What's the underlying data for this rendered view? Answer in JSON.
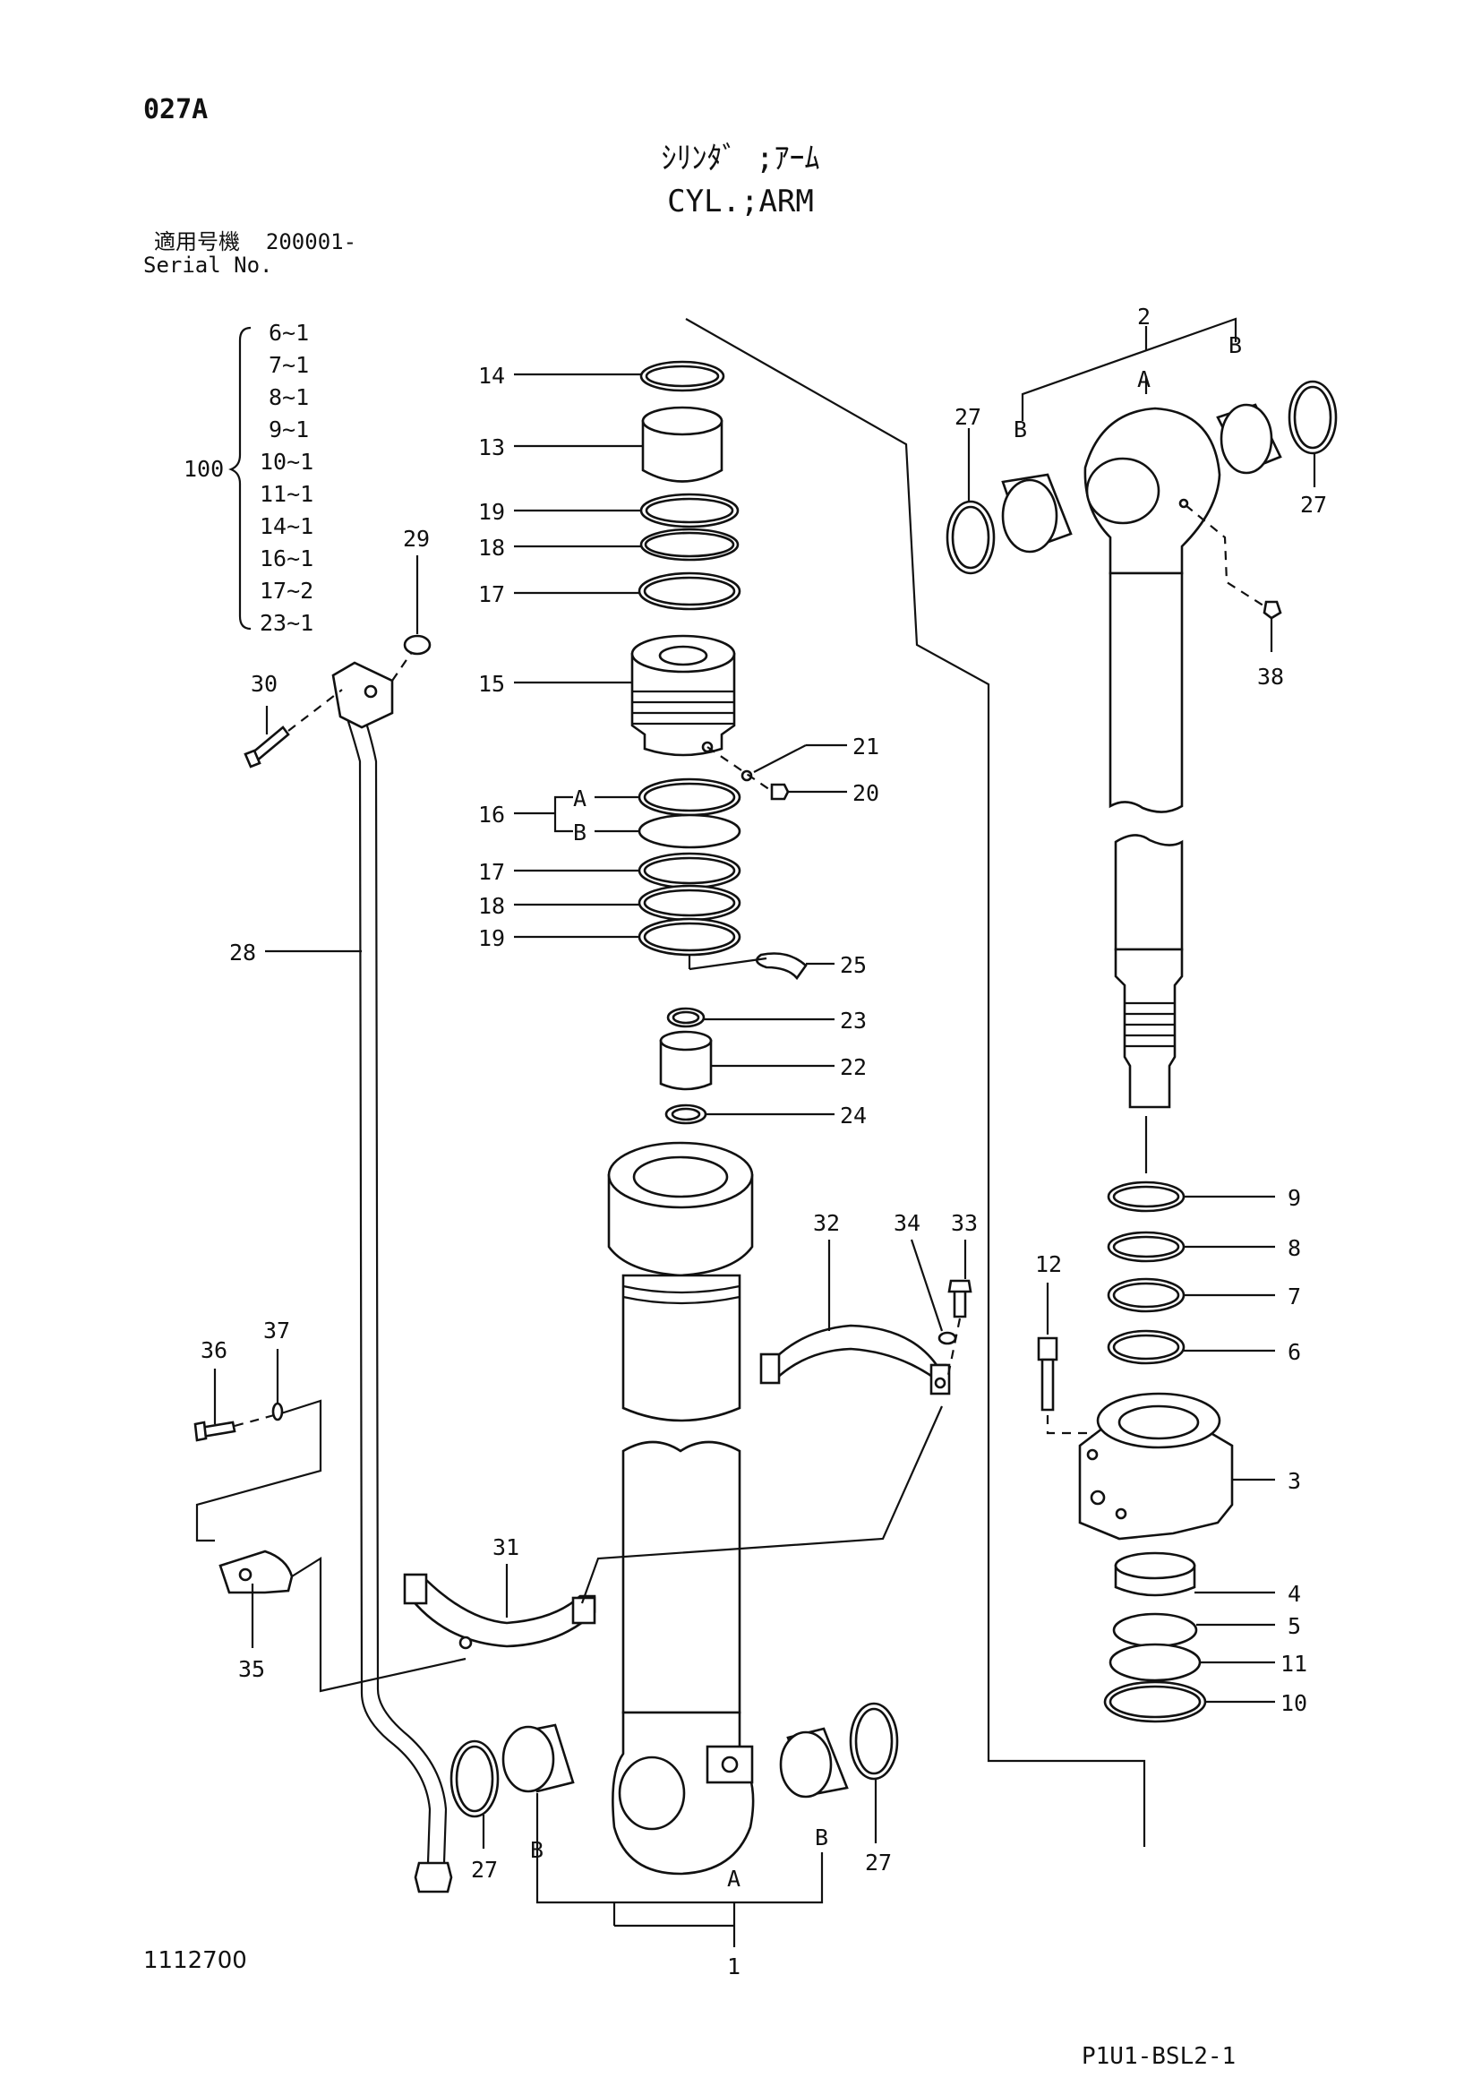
{
  "header": {
    "page_code": "027A",
    "title_jp": "ｼﾘﾝﾀﾞ ;ｱｰﾑ",
    "title_en": "CYL.;ARM",
    "serial_label_jp": "適用号機",
    "serial_value": "200001-",
    "serial_label_en": "Serial No."
  },
  "kit": {
    "label": "100",
    "items": [
      "6~1",
      "7~1",
      "8~1",
      "9~1",
      "10~1",
      "11~1",
      "14~1",
      "16~1",
      "17~2",
      "23~1"
    ]
  },
  "sub_labels": {
    "a": "A",
    "b": "B"
  },
  "callouts": {
    "c1": "1",
    "c2": "2",
    "c3": "3",
    "c4": "4",
    "c5": "5",
    "c6": "6",
    "c7": "7",
    "c8": "8",
    "c9": "9",
    "c10": "10",
    "c11": "11",
    "c12": "12",
    "c13": "13",
    "c14": "14",
    "c15": "15",
    "c16": "16",
    "c17": "17",
    "c18": "18",
    "c19": "19",
    "c20": "20",
    "c21": "21",
    "c22": "22",
    "c23": "23",
    "c24": "24",
    "c25": "25",
    "c27": "27",
    "c28": "28",
    "c29": "29",
    "c30": "30",
    "c31": "31",
    "c32": "32",
    "c33": "33",
    "c34": "34",
    "c35": "35",
    "c36": "36",
    "c37": "37",
    "c38": "38"
  },
  "footer": {
    "drawing_no": "1112700",
    "sheet_code": "P1U1-BSL2-1"
  }
}
